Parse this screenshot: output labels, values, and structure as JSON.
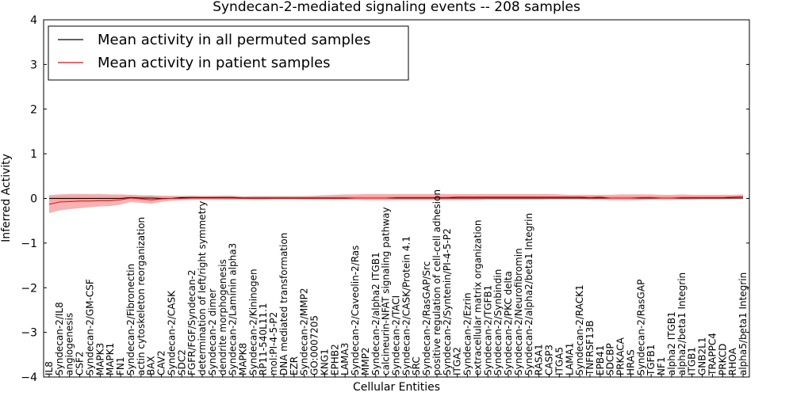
{
  "chart_data": {
    "type": "line",
    "title": "Syndecan-2-mediated signaling events -- 208 samples",
    "xlabel": "Cellular Entities",
    "ylabel": "Inferred Activity",
    "ylim": [
      -4,
      4
    ],
    "yticks": [
      "−4",
      "−3",
      "−2",
      "−1",
      "0",
      "1",
      "2",
      "3",
      "4"
    ],
    "grid": false,
    "legend_position": "top-left",
    "colors": {
      "permuted": "#000000",
      "patient": "#ff0000",
      "patient_band": "#f08080",
      "permuted_band": "#c8c8c8"
    },
    "categories": [
      "IL8",
      "Syndecan-2/IL8",
      "angiogenesis",
      "CSF2",
      "Syndecan-2/GM-CSF",
      "MAPK3",
      "MAPK1",
      "FN1",
      "Syndecan-2/Fibronectin",
      "actin cytoskeleton reorganization",
      "BAX",
      "CAV2",
      "Syndecan-2/CASK",
      "SDC2",
      "FGFR/FGF/Syndecan-2",
      "determination of left/right symmetry",
      "Syndecan-2 dimer",
      "dendrite morphogenesis",
      "Syndecan-2/Laminin alpha3",
      "MAPK8",
      "Syndecan-2/Kininogen",
      "RP11-540L11.1",
      "mol:PI-4-5-P2",
      "DNA mediated transformation",
      "EZR",
      "Syndecan-2/MMP2",
      "GO:0007205",
      "KNG1",
      "EPHB2",
      "LAMA3",
      "Syndecan-2/Caveolin-2/Ras",
      "MMP2",
      "Syndecan-2/alpha2 ITGB1",
      "calcineurin-NFAT signaling pathway",
      "Syndecan-2/TACI",
      "Syndecan-2/CASK/Protein 4.1",
      "SRC",
      "Syndecan-2/RasGAP/Src",
      "positive regulation of cell-cell adhesion",
      "Syndecan-2/Syntenin/PI-4-5-P2",
      "ITGA2",
      "Syndecan-2/Ezrin",
      "extracellular matrix organization",
      "Syndecan-2/TGFB1",
      "Syndecan-2/Synbindin",
      "Syndecan-2/PKC delta",
      "Syndecan-2/Neurofibromin",
      "Syndecan-2/alpha2/beta1 Integrin",
      "RASA1",
      "CASP3",
      "ITGA5",
      "LAMA1",
      "Syndecan-2/RACK1",
      "TNFRSF13B",
      "EPB41",
      "SDCBP",
      "PRKACA",
      "HRAS",
      "Syndecan-2/RasGAP",
      "TGFB1",
      "NF1",
      "alpha2 ITGB1",
      "alpha2/beta1 Integrin",
      "ITGB1",
      "GNB2L1",
      "TRAPPC4",
      "PRKCD",
      "RHOA",
      "alpha5/beta1 Integrin"
    ],
    "series": [
      {
        "name": "Mean activity in all permuted samples",
        "values": [
          0,
          0,
          0,
          0,
          0,
          0,
          0,
          0,
          0.02,
          0.01,
          0.01,
          0,
          0,
          0.02,
          0.02,
          0.02,
          0.02,
          0.02,
          0.02,
          0.01,
          0.01,
          0.01,
          0.01,
          0.01,
          0.01,
          0.01,
          0.01,
          0.01,
          0.01,
          0.01,
          0.01,
          0.01,
          0.01,
          0.01,
          0.01,
          0.01,
          0.01,
          0.01,
          0.01,
          0.01,
          0.01,
          0.01,
          0.01,
          0.01,
          0.01,
          0.01,
          0.01,
          0.01,
          0.01,
          0.01,
          0.01,
          0.01,
          0.01,
          0.01,
          0.01,
          0.01,
          0.01,
          0.01,
          0.01,
          0.01,
          0.01,
          0.01,
          0.01,
          0.01,
          0.01,
          0.01,
          0.01,
          0.01,
          0.01
        ],
        "lower": [
          -0.05,
          -0.05,
          -0.05,
          -0.05,
          -0.05,
          -0.05,
          -0.05,
          -0.05,
          -0.03,
          -0.06,
          -0.08,
          -0.04,
          -0.03,
          -0.03,
          -0.03,
          -0.03,
          -0.03,
          -0.03,
          -0.03,
          -0.03,
          -0.03,
          -0.03,
          -0.03,
          -0.03,
          -0.03,
          -0.03,
          -0.03,
          -0.03,
          -0.03,
          -0.03,
          -0.03,
          -0.03,
          -0.03,
          -0.03,
          -0.03,
          -0.03,
          -0.03,
          -0.03,
          -0.03,
          -0.03,
          -0.03,
          -0.03,
          -0.03,
          -0.03,
          -0.03,
          -0.03,
          -0.03,
          -0.03,
          -0.03,
          -0.03,
          -0.03,
          -0.03,
          -0.03,
          -0.03,
          -0.03,
          -0.03,
          -0.03,
          -0.03,
          -0.03,
          -0.03,
          -0.03,
          -0.03,
          -0.03,
          -0.03,
          -0.03,
          -0.03,
          -0.03,
          -0.03,
          -0.03
        ],
        "upper": [
          0.05,
          0.05,
          0.05,
          0.05,
          0.05,
          0.05,
          0.05,
          0.05,
          0.07,
          0.06,
          0.08,
          0.05,
          0.04,
          0.06,
          0.06,
          0.06,
          0.06,
          0.06,
          0.06,
          0.05,
          0.05,
          0.05,
          0.05,
          0.05,
          0.05,
          0.05,
          0.05,
          0.05,
          0.05,
          0.05,
          0.05,
          0.05,
          0.05,
          0.05,
          0.05,
          0.05,
          0.05,
          0.05,
          0.05,
          0.05,
          0.05,
          0.05,
          0.05,
          0.05,
          0.05,
          0.05,
          0.05,
          0.05,
          0.05,
          0.05,
          0.05,
          0.05,
          0.05,
          0.05,
          0.05,
          0.05,
          0.05,
          0.05,
          0.05,
          0.05,
          0.05,
          0.05,
          0.05,
          0.05,
          0.05,
          0.05,
          0.05,
          0.05,
          0.05
        ]
      },
      {
        "name": "Mean activity in patient samples",
        "values": [
          -0.13,
          -0.08,
          -0.07,
          -0.06,
          -0.06,
          -0.05,
          -0.05,
          -0.03,
          0.01,
          -0.01,
          -0.03,
          -0.01,
          0,
          0,
          0.01,
          0.01,
          0.01,
          0.01,
          0.01,
          0,
          0,
          0,
          0,
          0,
          0,
          0,
          0,
          0,
          0,
          0,
          0.01,
          0.01,
          0.01,
          0.01,
          0.02,
          0.02,
          0.02,
          0.02,
          0.02,
          0.02,
          0.03,
          0.03,
          0.03,
          0.03,
          0.03,
          0.03,
          0.03,
          0.03,
          0.03,
          0.03,
          0.03,
          0.03,
          0.03,
          0.02,
          0.03,
          0.01,
          0.01,
          0.01,
          0.02,
          0.02,
          0.01,
          0.01,
          0.02,
          0.02,
          0.02,
          0.02,
          0.02,
          0.03,
          0.04
        ],
        "lower": [
          -0.33,
          -0.27,
          -0.24,
          -0.22,
          -0.2,
          -0.18,
          -0.17,
          -0.14,
          -0.08,
          -0.1,
          -0.12,
          -0.08,
          -0.05,
          -0.04,
          -0.03,
          -0.03,
          -0.03,
          -0.03,
          -0.03,
          -0.02,
          -0.03,
          -0.03,
          -0.02,
          -0.02,
          -0.02,
          -0.03,
          -0.03,
          -0.03,
          -0.03,
          -0.03,
          -0.03,
          -0.04,
          -0.04,
          -0.04,
          -0.04,
          -0.04,
          -0.04,
          -0.04,
          -0.04,
          -0.04,
          -0.04,
          -0.04,
          -0.04,
          -0.03,
          -0.03,
          -0.03,
          -0.03,
          -0.03,
          -0.03,
          -0.02,
          -0.02,
          -0.02,
          -0.02,
          -0.03,
          -0.03,
          -0.04,
          -0.04,
          -0.04,
          -0.04,
          -0.03,
          -0.03,
          -0.03,
          -0.03,
          -0.03,
          -0.02,
          -0.02,
          -0.02,
          -0.01,
          -0.01
        ],
        "upper": [
          0.07,
          0.09,
          0.1,
          0.1,
          0.1,
          0.1,
          0.09,
          0.09,
          0.08,
          0.07,
          0.06,
          0.06,
          0.06,
          0.05,
          0.06,
          0.05,
          0.05,
          0.06,
          0.06,
          0.04,
          0.05,
          0.05,
          0.05,
          0.05,
          0.05,
          0.05,
          0.06,
          0.07,
          0.08,
          0.09,
          0.09,
          0.1,
          0.1,
          0.1,
          0.1,
          0.1,
          0.1,
          0.1,
          0.1,
          0.1,
          0.1,
          0.1,
          0.1,
          0.1,
          0.1,
          0.1,
          0.1,
          0.1,
          0.1,
          0.1,
          0.09,
          0.08,
          0.08,
          0.08,
          0.08,
          0.08,
          0.09,
          0.09,
          0.09,
          0.09,
          0.08,
          0.08,
          0.09,
          0.08,
          0.08,
          0.08,
          0.08,
          0.08,
          0.09
        ]
      }
    ]
  }
}
